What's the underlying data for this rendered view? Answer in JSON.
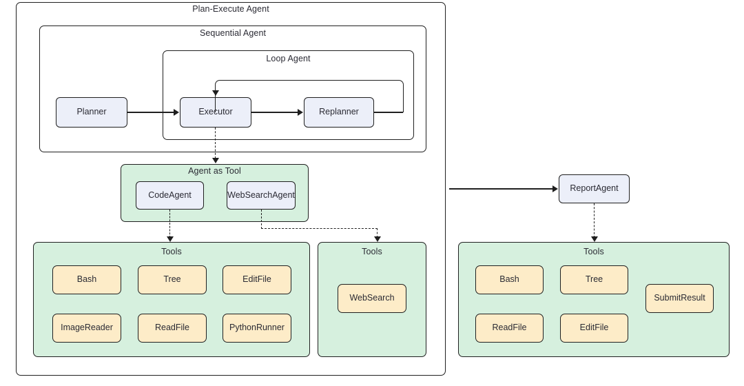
{
  "diagram": {
    "title": "Plan-Execute Agent",
    "groups": {
      "plan_execute_agent": "Plan-Execute Agent",
      "sequential_agent": "Sequential Agent",
      "loop_agent": "Loop Agent",
      "agent_as_tool": "Agent as Tool",
      "tools_code": "Tools",
      "tools_websearch": "Tools",
      "tools_report": "Tools"
    },
    "nodes": {
      "planner": "Planner",
      "executor": "Executor",
      "replanner": "Replanner",
      "code_agent": "CodeAgent",
      "web_search_agent": "WebSearchAgent",
      "report_agent": "ReportAgent"
    },
    "tools_code_list": [
      "Bash",
      "Tree",
      "EditFile",
      "ImageReader",
      "ReadFile",
      "PythonRunner"
    ],
    "tools_websearch_list": [
      "WebSearch"
    ],
    "tools_report_list": [
      "Bash",
      "Tree",
      "SubmitResult",
      "ReadFile",
      "EditFile"
    ],
    "colors": {
      "background": "#ffffff",
      "stroke": "#1f1f1f",
      "text": "#2a2a33",
      "group_green_fill": "#d6f0de",
      "agent_blue_fill": "#eceff9",
      "tool_amber_fill": "#fdecc8"
    }
  }
}
